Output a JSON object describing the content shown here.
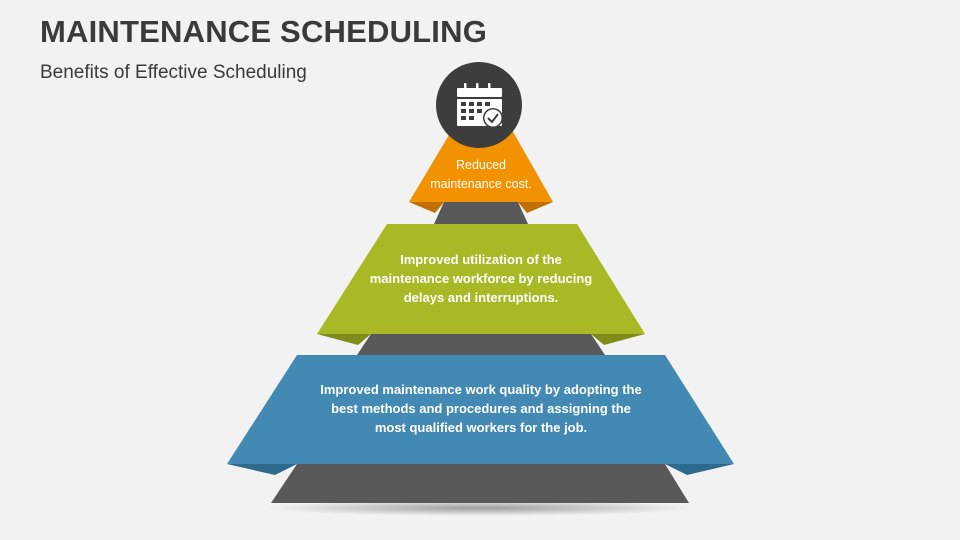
{
  "header": {
    "title": "MAINTENANCE SCHEDULING",
    "subtitle": "Benefits of Effective Scheduling"
  },
  "pyramid": {
    "icon": "calendar-check-icon",
    "levels": [
      {
        "text": "Reduced maintenance cost.",
        "color": "#F39200"
      },
      {
        "text": "Improved utilization of the maintenance workforce by reducing delays and interruptions.",
        "color": "#A9B825"
      },
      {
        "text": "Improved maintenance work quality by adopting the best methods and procedures and assigning the most qualified workers for the job.",
        "color": "#428AB3"
      }
    ],
    "base_color": "#595959"
  }
}
